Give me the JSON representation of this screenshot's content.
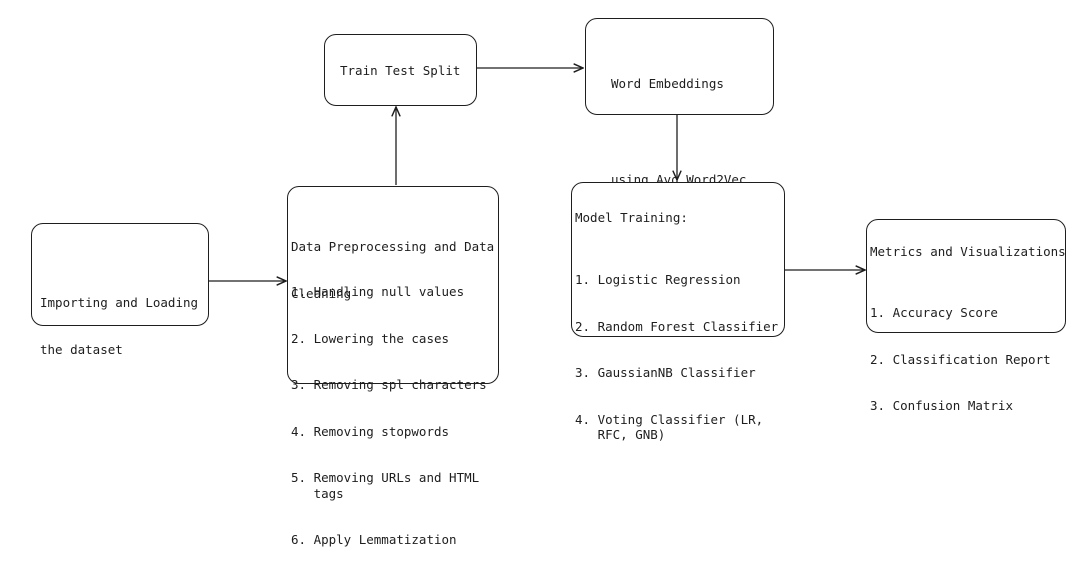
{
  "nodes": {
    "import": {
      "lines": [
        "Importing and Loading",
        "the dataset"
      ]
    },
    "preprocess": {
      "title_lines": [
        "Data Preprocessing and Data",
        "Cleaning"
      ],
      "steps": [
        "1. Handling null values",
        "2. Lowering the cases",
        "3. Removing spl characters",
        "4. Removing stopwords",
        "5. Removing URLs and HTML\n   tags",
        "6. Apply Lemmatization"
      ]
    },
    "split": {
      "label": "Train Test Split"
    },
    "embed": {
      "lines": [
        "Word Embeddings",
        "using Avg Word2Vec"
      ]
    },
    "train": {
      "title": "Model Training:",
      "steps": [
        "1. Logistic Regression",
        "2. Random Forest Classifier",
        "3. GaussianNB Classifier",
        "4. Voting Classifier (LR,\n   RFC, GNB)"
      ]
    },
    "metrics": {
      "title": "Metrics and Visualizations",
      "steps": [
        "1. Accuracy Score",
        "2. Classification Report",
        "3. Confusion Matrix"
      ]
    }
  },
  "edges": [
    {
      "from": "import",
      "to": "preprocess"
    },
    {
      "from": "preprocess",
      "to": "split"
    },
    {
      "from": "split",
      "to": "embed"
    },
    {
      "from": "embed",
      "to": "train"
    },
    {
      "from": "train",
      "to": "metrics"
    }
  ],
  "colors": {
    "stroke": "#1e1e1e",
    "background": "#ffffff"
  }
}
